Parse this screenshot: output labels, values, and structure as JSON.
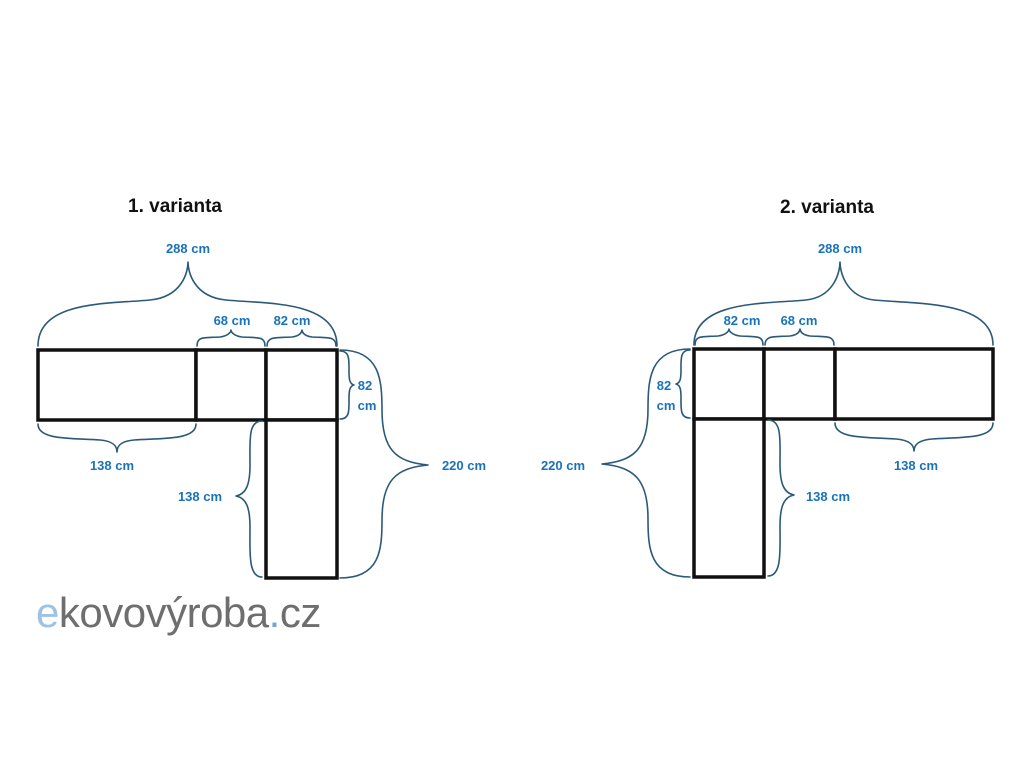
{
  "colors": {
    "dimension": "#1a73b8",
    "brace": "#2a5a78",
    "outline": "#111111",
    "logo_e": "#9cc3e4",
    "logo_main": "#6e6e6e",
    "logo_dot": "#6fa8d6"
  },
  "variant1": {
    "title": "1. varianta",
    "dims": {
      "total_width": "288 cm",
      "module_a": "68 cm",
      "module_b": "82 cm",
      "depth_line1": "82",
      "depth_line2": "cm",
      "bottom_left": "138 cm",
      "leg_length": "138 cm",
      "total_height": "220 cm"
    }
  },
  "variant2": {
    "title": "2. varianta",
    "dims": {
      "total_width": "288 cm",
      "module_b": "82 cm",
      "module_a": "68 cm",
      "depth_line1": "82",
      "depth_line2": "cm",
      "bottom_right": "138 cm",
      "leg_length": "138 cm",
      "total_height": "220 cm"
    }
  },
  "logo": {
    "e": "e",
    "main": "kovovýroba",
    "dot": ".",
    "tld": "cz"
  }
}
